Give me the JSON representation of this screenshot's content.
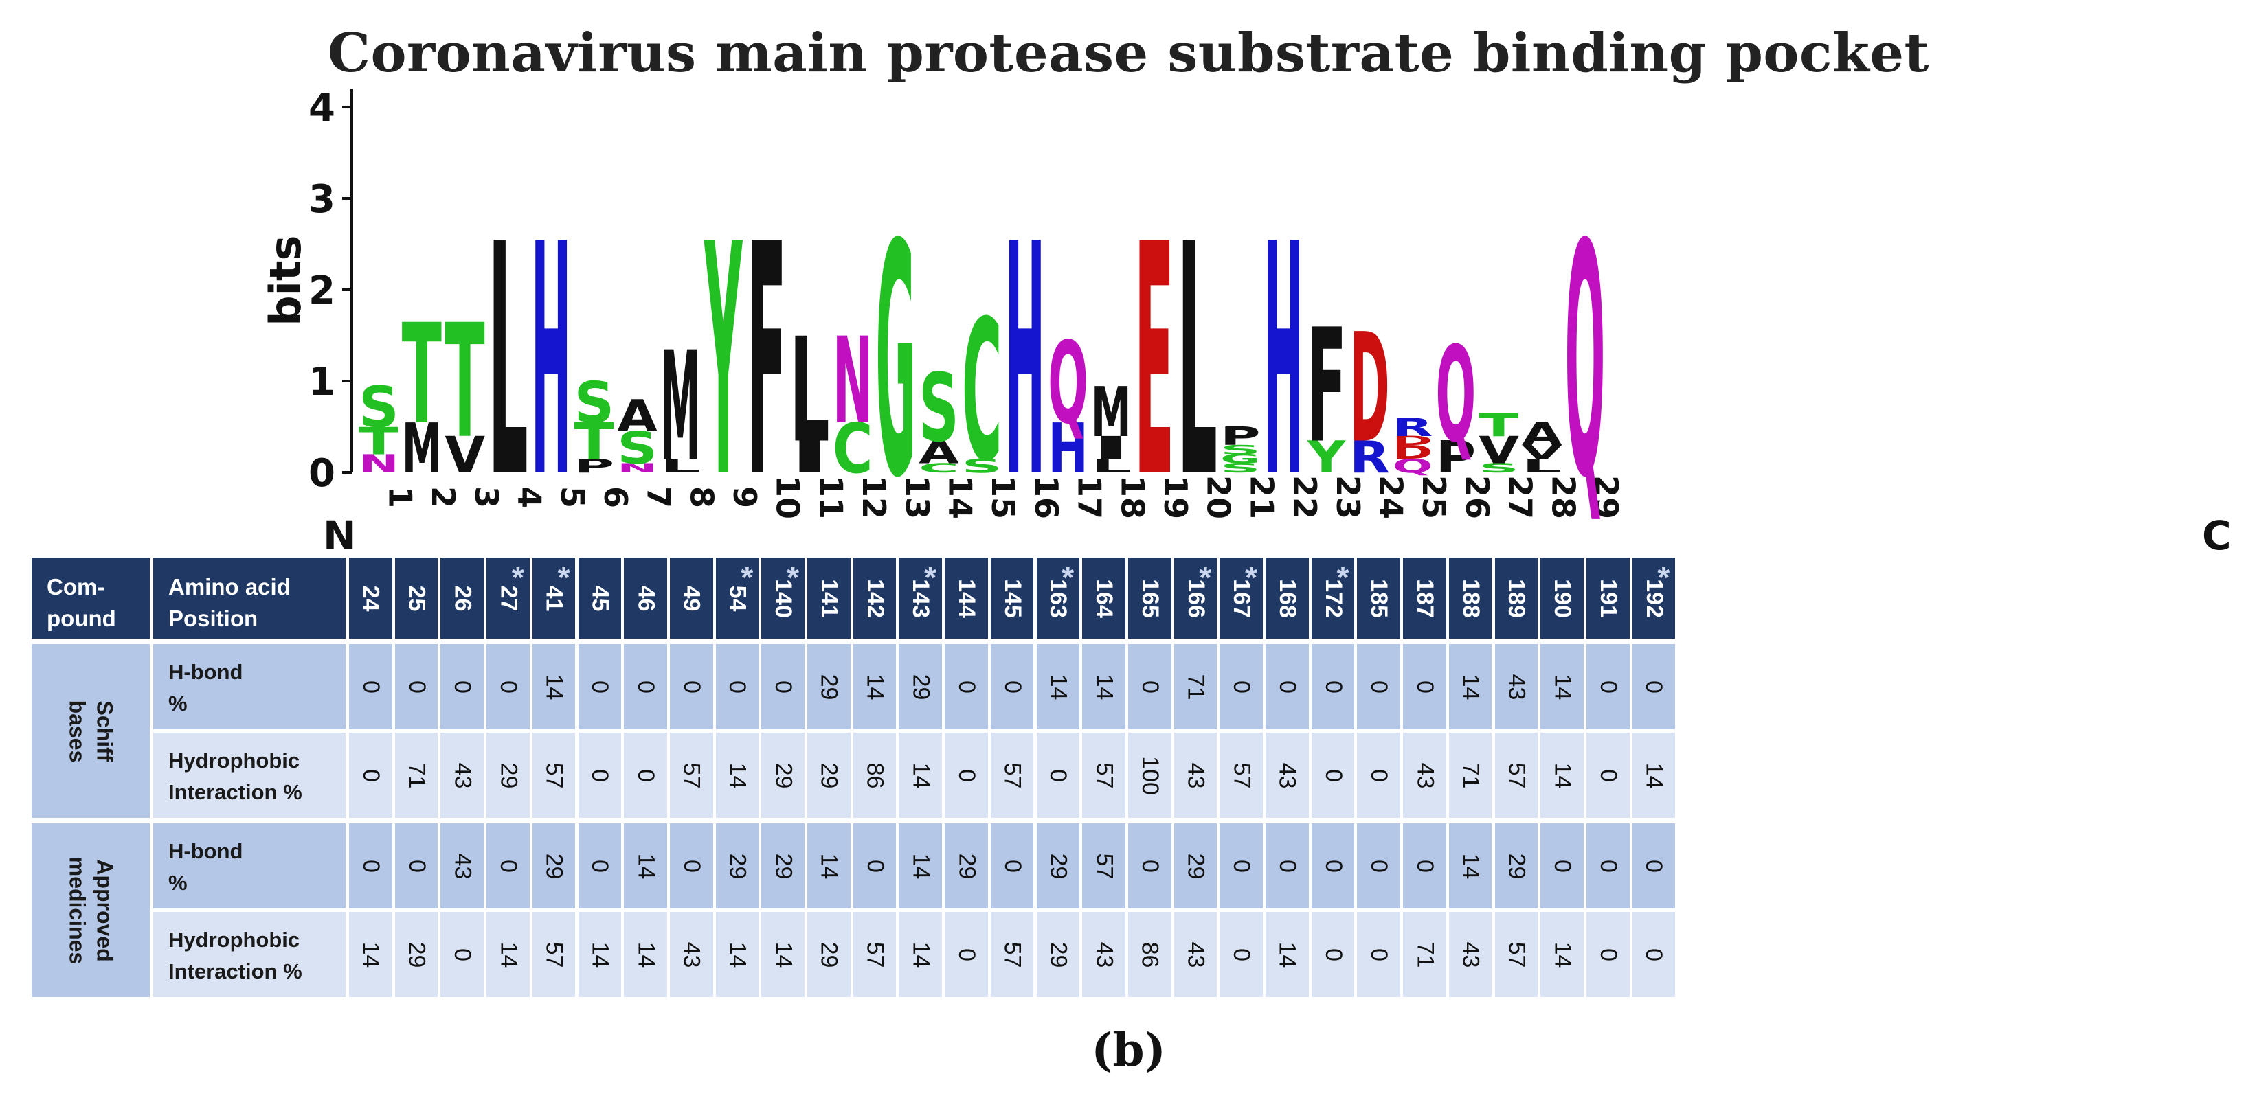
{
  "chart_data": [
    {
      "type": "sequence-logo",
      "title": "Coronavirus main protease substrate binding pocket",
      "ylabel": "bits",
      "ylim": [
        0,
        4
      ],
      "yticks": [
        "0",
        "1",
        "2",
        "3",
        "4"
      ],
      "n_label": "N",
      "c_label": "C",
      "colors": {
        "green": "#22c022",
        "blue": "#1515d0",
        "red": "#cc1010",
        "black": "#111111",
        "magenta": "#c010c0"
      },
      "positions": [
        {
          "pos": "1",
          "stack": [
            {
              "l": "N",
              "h": 0.2,
              "c": "magenta"
            },
            {
              "l": "T",
              "h": 0.3,
              "c": "green"
            },
            {
              "l": "S",
              "h": 0.45,
              "c": "green"
            }
          ]
        },
        {
          "pos": "2",
          "stack": [
            {
              "l": "M",
              "h": 0.55,
              "c": "black"
            },
            {
              "l": "T",
              "h": 1.1,
              "c": "green"
            }
          ]
        },
        {
          "pos": "3",
          "stack": [
            {
              "l": "V",
              "h": 0.4,
              "c": "black"
            },
            {
              "l": "T",
              "h": 1.25,
              "c": "green"
            }
          ]
        },
        {
          "pos": "4",
          "stack": [
            {
              "l": "L",
              "h": 2.55,
              "c": "black"
            }
          ]
        },
        {
          "pos": "5",
          "stack": [
            {
              "l": "H",
              "h": 2.55,
              "c": "blue"
            }
          ]
        },
        {
          "pos": "6",
          "stack": [
            {
              "l": "P",
              "h": 0.15,
              "c": "black"
            },
            {
              "l": "T",
              "h": 0.4,
              "c": "green"
            },
            {
              "l": "S",
              "h": 0.45,
              "c": "green"
            }
          ]
        },
        {
          "pos": "7",
          "stack": [
            {
              "l": "N",
              "h": 0.1,
              "c": "magenta"
            },
            {
              "l": "S",
              "h": 0.35,
              "c": "green"
            },
            {
              "l": "A",
              "h": 0.35,
              "c": "black"
            }
          ]
        },
        {
          "pos": "8",
          "stack": [
            {
              "l": "L",
              "h": 0.15,
              "c": "black"
            },
            {
              "l": "M",
              "h": 1.2,
              "c": "black"
            }
          ]
        },
        {
          "pos": "9",
          "stack": [
            {
              "l": "Y",
              "h": 2.55,
              "c": "green"
            }
          ]
        },
        {
          "pos": "10",
          "stack": [
            {
              "l": "F",
              "h": 2.55,
              "c": "black"
            }
          ]
        },
        {
          "pos": "11",
          "stack": [
            {
              "l": "I",
              "h": 0.35,
              "c": "black"
            },
            {
              "l": "L",
              "h": 1.15,
              "c": "black"
            }
          ]
        },
        {
          "pos": "12",
          "stack": [
            {
              "l": "C",
              "h": 0.55,
              "c": "green"
            },
            {
              "l": "N",
              "h": 0.95,
              "c": "magenta"
            }
          ]
        },
        {
          "pos": "13",
          "stack": [
            {
              "l": "G",
              "h": 2.55,
              "c": "green"
            }
          ]
        },
        {
          "pos": "14",
          "stack": [
            {
              "l": "C",
              "h": 0.1,
              "c": "green"
            },
            {
              "l": "A",
              "h": 0.25,
              "c": "black"
            },
            {
              "l": "S",
              "h": 0.75,
              "c": "green"
            }
          ]
        },
        {
          "pos": "15",
          "stack": [
            {
              "l": "S",
              "h": 0.15,
              "c": "green"
            },
            {
              "l": "C",
              "h": 1.55,
              "c": "green"
            }
          ]
        },
        {
          "pos": "16",
          "stack": [
            {
              "l": "H",
              "h": 2.55,
              "c": "blue"
            }
          ]
        },
        {
          "pos": "17",
          "stack": [
            {
              "l": "H",
              "h": 0.55,
              "c": "blue"
            },
            {
              "l": "Q",
              "h": 0.9,
              "c": "magenta"
            }
          ]
        },
        {
          "pos": "18",
          "stack": [
            {
              "l": "L",
              "h": 0.15,
              "c": "black"
            },
            {
              "l": "I",
              "h": 0.25,
              "c": "black"
            },
            {
              "l": "M",
              "h": 0.55,
              "c": "black"
            }
          ]
        },
        {
          "pos": "19",
          "stack": [
            {
              "l": "E",
              "h": 2.55,
              "c": "red"
            }
          ]
        },
        {
          "pos": "20",
          "stack": [
            {
              "l": "L",
              "h": 2.55,
              "c": "black"
            }
          ]
        },
        {
          "pos": "21",
          "stack": [
            {
              "l": "S",
              "h": 0.1,
              "c": "green"
            },
            {
              "l": "G",
              "h": 0.1,
              "c": "green"
            },
            {
              "l": "S",
              "h": 0.1,
              "c": "green"
            },
            {
              "l": "P",
              "h": 0.2,
              "c": "black"
            }
          ]
        },
        {
          "pos": "22",
          "stack": [
            {
              "l": "H",
              "h": 2.55,
              "c": "blue"
            }
          ]
        },
        {
          "pos": "23",
          "stack": [
            {
              "l": "Y",
              "h": 0.35,
              "c": "green"
            },
            {
              "l": "F",
              "h": 1.25,
              "c": "black"
            }
          ]
        },
        {
          "pos": "24",
          "stack": [
            {
              "l": "R",
              "h": 0.35,
              "c": "blue"
            },
            {
              "l": "D",
              "h": 1.2,
              "c": "red"
            }
          ]
        },
        {
          "pos": "25",
          "stack": [
            {
              "l": "Q",
              "h": 0.15,
              "c": "magenta"
            },
            {
              "l": "D",
              "h": 0.15,
              "c": "red"
            },
            {
              "l": "D",
              "h": 0.1,
              "c": "red"
            },
            {
              "l": "R",
              "h": 0.2,
              "c": "blue"
            }
          ]
        },
        {
          "pos": "26",
          "stack": [
            {
              "l": "P",
              "h": 0.35,
              "c": "black"
            },
            {
              "l": "Q",
              "h": 1.05,
              "c": "magenta"
            }
          ]
        },
        {
          "pos": "27",
          "stack": [
            {
              "l": "S",
              "h": 0.1,
              "c": "green"
            },
            {
              "l": "V",
              "h": 0.3,
              "c": "black"
            },
            {
              "l": "T",
              "h": 0.25,
              "c": "green"
            }
          ]
        },
        {
          "pos": "28",
          "stack": [
            {
              "l": "L",
              "h": 0.15,
              "c": "black"
            },
            {
              "l": "V",
              "h": 0.15,
              "c": "black"
            },
            {
              "l": "A",
              "h": 0.25,
              "c": "black"
            }
          ]
        },
        {
          "pos": "29",
          "stack": [
            {
              "l": "Q",
              "h": 2.55,
              "c": "magenta"
            }
          ]
        }
      ]
    },
    {
      "type": "table",
      "header": {
        "compound": "Com-\npound",
        "position": "Amino acid\nPosition",
        "positions": [
          "24",
          "25",
          "26",
          "27",
          "41",
          "45",
          "46",
          "49",
          "54",
          "140",
          "141",
          "142",
          "143",
          "144",
          "145",
          "163",
          "164",
          "165",
          "166",
          "167",
          "168",
          "172",
          "185",
          "187",
          "188",
          "189",
          "190",
          "191",
          "192"
        ],
        "starred": [
          false,
          false,
          false,
          true,
          true,
          false,
          false,
          false,
          true,
          true,
          false,
          false,
          true,
          false,
          false,
          true,
          false,
          false,
          true,
          true,
          false,
          true,
          false,
          false,
          false,
          false,
          false,
          false,
          true
        ],
        "star_symbol": "*"
      },
      "groups": [
        {
          "name": "Schiff\nbases",
          "rows": [
            {
              "label": "H-bond\n%",
              "values": [
                "0",
                "0",
                "0",
                "0",
                "14",
                "0",
                "0",
                "0",
                "0",
                "0",
                "29",
                "14",
                "29",
                "0",
                "0",
                "14",
                "14",
                "0",
                "71",
                "0",
                "0",
                "0",
                "0",
                "0",
                "14",
                "43",
                "14",
                "0",
                "0"
              ]
            },
            {
              "label": "Hydrophobic\nInteraction %",
              "values": [
                "0",
                "71",
                "43",
                "29",
                "57",
                "0",
                "0",
                "57",
                "14",
                "29",
                "29",
                "86",
                "14",
                "0",
                "57",
                "0",
                "57",
                "100",
                "43",
                "57",
                "43",
                "0",
                "0",
                "43",
                "71",
                "57",
                "14",
                "0",
                "14"
              ]
            }
          ]
        },
        {
          "name": "Approved\nmedicines",
          "rows": [
            {
              "label": "H-bond\n%",
              "values": [
                "0",
                "0",
                "43",
                "0",
                "29",
                "0",
                "14",
                "0",
                "29",
                "29",
                "14",
                "0",
                "14",
                "29",
                "0",
                "29",
                "57",
                "0",
                "29",
                "0",
                "0",
                "0",
                "0",
                "0",
                "14",
                "29",
                "0",
                "0",
                "0"
              ]
            },
            {
              "label": "Hydrophobic\nInteraction %",
              "values": [
                "14",
                "29",
                "0",
                "14",
                "57",
                "14",
                "14",
                "43",
                "14",
                "14",
                "29",
                "57",
                "14",
                "0",
                "57",
                "29",
                "43",
                "86",
                "43",
                "0",
                "14",
                "0",
                "0",
                "71",
                "43",
                "57",
                "14",
                "0",
                "0"
              ]
            }
          ]
        }
      ]
    }
  ],
  "panel_label": "(b)"
}
